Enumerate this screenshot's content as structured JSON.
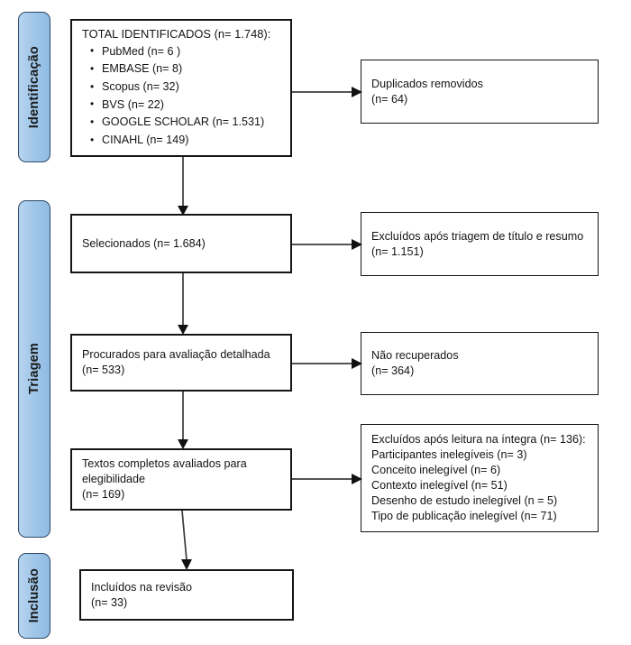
{
  "diagram": {
    "type": "prisma-flow-diagram",
    "language": "pt-BR",
    "accent_color": "#a3c8ea",
    "border_color": "#2e4a66",
    "box_border_color": "#151515",
    "connector_color": "#3b3b3b"
  },
  "stages": [
    {
      "id": "identificacao",
      "label": "Identificação"
    },
    {
      "id": "triagem",
      "label": "Triagem"
    },
    {
      "id": "inclusao",
      "label": "Inclusão"
    }
  ],
  "boxes": {
    "identified": {
      "title": "TOTAL IDENTIFICADOS (n= 1.748):",
      "sources": [
        "PubMed (n= 6 )",
        "EMBASE (n= 8)",
        "Scopus (n= 32)",
        "BVS (n= 22)",
        "GOOGLE SCHOLAR (n= 1.531)",
        "CINAHL (n= 149)"
      ]
    },
    "duplicates": {
      "line1": "Duplicados removidos",
      "line2": "(n= 64)"
    },
    "screened": {
      "line1": "Selecionados (n= 1.684)"
    },
    "excluded_screening": {
      "line1": "Excluídos após triagem de título e resumo",
      "line2": "(n= 1.151)"
    },
    "sought": {
      "line1": "Procurados para avaliação detalhada",
      "line2": "(n= 533)"
    },
    "not_retrieved": {
      "line1": "Não recuperados",
      "line2": "(n= 364)"
    },
    "assessed": {
      "line1": "Textos completos avaliados para",
      "line2": "elegibilidade",
      "line3": "(n= 169)"
    },
    "excluded_fulltext": {
      "title": "Excluídos após leitura na íntegra (n= 136):",
      "reasons": [
        "Participantes inelegíveis (n= 3)",
        "Conceito inelegível (n= 6)",
        "Contexto inelegível (n= 51)",
        "Desenho de estudo inelegível (n = 5)",
        "Tipo de publicação inelegível (n= 71)"
      ]
    },
    "included": {
      "line1": "Incluídos na revisão",
      "line2": "(n= 33)"
    }
  }
}
